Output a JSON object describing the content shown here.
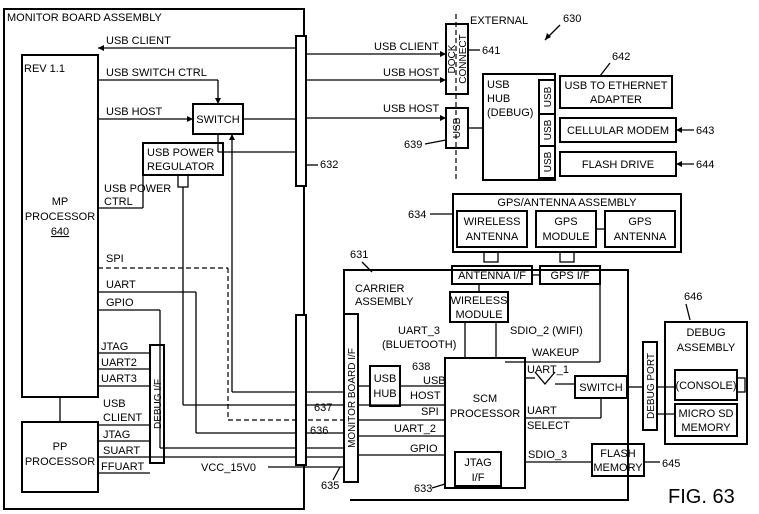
{
  "figure_label": "FIG. 63",
  "monitor_board": {
    "title": "MONITOR BOARD ASSEMBLY",
    "usb_client": "USB CLIENT",
    "rev": "REV 1.1",
    "usb_switch_ctrl": "USB SWITCH CTRL",
    "usb_host": "USB HOST",
    "switch": "SWITCH",
    "usb_power_regulator_1": "USB POWER",
    "usb_power_regulator_2": "REGULATOR",
    "usb_power_ctrl_1": "USB POWER",
    "usb_power_ctrl_2": "CTRL",
    "mp_processor_1": "MP",
    "mp_processor_2": "PROCESSOR",
    "mp_processor_3": "640",
    "spi": "SPI",
    "uart": "UART",
    "gpio": "GPIO",
    "jtag": "JTAG",
    "uart2": "UART2",
    "uart3": "UART3",
    "debug_if": "DEBUG I/F",
    "usb": "USB",
    "client": "CLIENT",
    "jtag2": "JTAG",
    "suart": "SUART",
    "ffuart": "FFUART",
    "pp_processor_1": "PP",
    "pp_processor_2": "PROCESSOR",
    "vcc": "VCC_15V0",
    "ref_632": "632",
    "ref_635": "635",
    "ref_636": "636",
    "ref_637": "637"
  },
  "external": {
    "label": "EXTERNAL",
    "ref_630": "630",
    "usb_client": "USB CLIENT",
    "usb_host_1": "USB HOST",
    "usb_host_2": "USB HOST",
    "dock_connect_1": "DOCK",
    "dock_connect_2": "CONNECT",
    "ref_641": "641",
    "ref_639": "639",
    "usb_port": "USB",
    "usb_hub_1": "USB",
    "usb_hub_2": "HUB",
    "usb_hub_3": "(DEBUG)",
    "hub_port_1": "USB",
    "hub_port_2": "USB",
    "hub_port_3": "USB",
    "ref_642": "642",
    "usb_ethernet_1": "USB TO ETHERNET",
    "usb_ethernet_2": "ADAPTER",
    "cellular_modem": "CELLULAR MODEM",
    "ref_643": "643",
    "flash_drive": "FLASH DRIVE",
    "ref_644": "644"
  },
  "gps_assembly": {
    "title": "GPS/ANTENNA ASSEMBLY",
    "ref_634": "634",
    "wireless_antenna_1": "WIRELESS",
    "wireless_antenna_2": "ANTENNA",
    "gps_module_1": "GPS",
    "gps_module_2": "MODULE",
    "gps_antenna_1": "GPS",
    "gps_antenna_2": "ANTENNA"
  },
  "carrier": {
    "ref_631": "631",
    "title_1": "CARRIER",
    "title_2": "ASSEMBLY",
    "antenna_if": "ANTENNA I/F",
    "gps_if": "GPS I/F",
    "wireless_module_1": "WIRELESS",
    "wireless_module_2": "MODULE",
    "uart3_1": "UART_3",
    "uart3_2": "(BLUETOOTH)",
    "sdio2": "SDIO_2 (WIFI)",
    "wakeup": "WAKEUP",
    "ref_638": "638",
    "usb_hub_1": "USB",
    "usb_hub_2": "HUB",
    "usb": "USB",
    "host": "HOST",
    "spi": "SPI",
    "uart2": "UART_2",
    "gpio": "GPIO",
    "uart1": "UART_1",
    "uart_1": "UART",
    "uart_2": "SELECT",
    "switch": "SWITCH",
    "sdio3": "SDIO_3",
    "scm_1": "SCM",
    "scm_2": "PROCESSOR",
    "jtag_1": "JTAG",
    "jtag_2": "I/F",
    "ref_633": "633",
    "flash_1": "FLASH",
    "flash_2": "MEMORY",
    "ref_645": "645",
    "monitor_board_if": "MONITOR BOARD I/F",
    "debug_port": "DEBUG PORT"
  },
  "debug_assembly": {
    "ref_646": "646",
    "title_1": "DEBUG",
    "title_2": "ASSEMBLY",
    "console": "(CONSOLE)",
    "micro_sd_1": "MICRO SD",
    "micro_sd_2": "MEMORY"
  }
}
